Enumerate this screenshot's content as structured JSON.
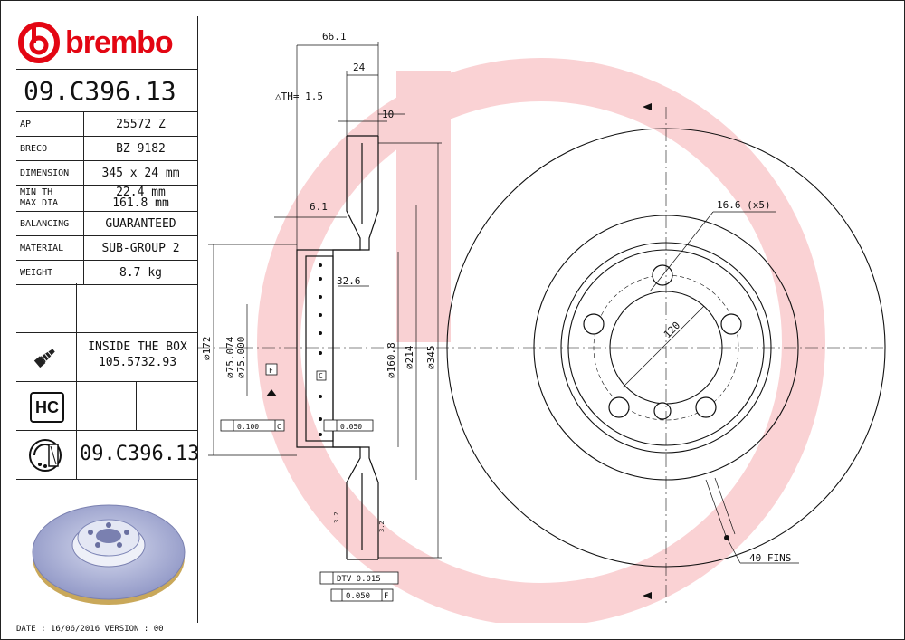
{
  "brand": {
    "name": "brembo",
    "color": "#e30613"
  },
  "part_number": "09.C396.13",
  "specs": [
    {
      "key": "AP",
      "value": "25572 Z"
    },
    {
      "key": "BRECO",
      "value": "BZ 9182"
    },
    {
      "key": "DIMENSION",
      "value": "345 x 24 mm"
    },
    {
      "key": "MIN TH",
      "value": "22.4 mm",
      "key2": "MAX DIA",
      "value2": "161.8 mm"
    },
    {
      "key": "BALANCING",
      "value": "GUARANTEED"
    },
    {
      "key": "MATERIAL",
      "value": "SUB-GROUP 2"
    },
    {
      "key": "WEIGHT",
      "value": "8.7 kg"
    }
  ],
  "inside_box": {
    "line1": "INSIDE THE BOX",
    "line2": "105.5732.93"
  },
  "hc_label": "HC",
  "icons": [
    "brembo-logo-icon",
    "screw-icon",
    "hc-badge-icon",
    "disc-section-icon"
  ],
  "footer": "DATE : 16/06/2016 VERSION : 00",
  "dimensions": {
    "overall_width": "66.1",
    "thickness": "24",
    "th_tol": "△TH= 1.5",
    "ten": "10",
    "six": "6.1",
    "hat_depth": "32.6",
    "d172": "⌀172",
    "d75": "⌀75.074",
    "d75b": "⌀75.000",
    "d160": "⌀160.8",
    "d214": "⌀214",
    "d345": "⌀345",
    "holes": "16.6 (x5)",
    "pcd": "120",
    "fins": "40 FINS",
    "flat1": "0.100",
    "flat1_ref": "C",
    "flat2": "0.050",
    "datum_f": "F",
    "datum_c": "C",
    "dtv": "DTV 0.015",
    "runout": "0.050",
    "runout_ref": "F",
    "rough": "3.2"
  }
}
